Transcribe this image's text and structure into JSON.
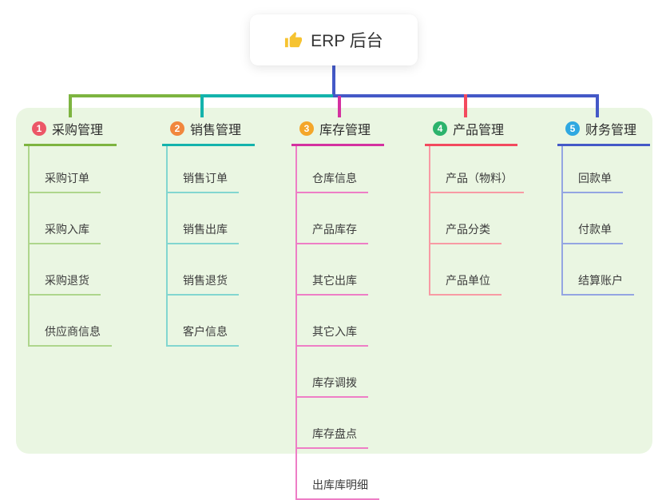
{
  "root": {
    "icon": "thumbs-up-icon",
    "title": "ERP 后台"
  },
  "canvas": {
    "background": "#ffffff",
    "panel_background": "#eaf6e2"
  },
  "trunk_color": "#4459c7",
  "thumb_color": "#f6c331",
  "branches": [
    {
      "index": "1",
      "label": "采购管理",
      "badge_color": "#ec5767",
      "line_color": "#7db440",
      "child_line_color": "#aed68c",
      "children": [
        "采购订单",
        "采购入库",
        "采购退货",
        "供应商信息"
      ]
    },
    {
      "index": "2",
      "label": "销售管理",
      "badge_color": "#f1873d",
      "line_color": "#14b3ac",
      "child_line_color": "#82d6d0",
      "children": [
        "销售订单",
        "销售出库",
        "销售退货",
        "客户信息"
      ]
    },
    {
      "index": "3",
      "label": "库存管理",
      "badge_color": "#f4a62a",
      "line_color": "#d431a0",
      "child_line_color": "#ee7ec6",
      "children": [
        "仓库信息",
        "产品库存",
        "其它出库",
        "其它入库",
        "库存调拨",
        "库存盘点",
        "出库库明细"
      ]
    },
    {
      "index": "4",
      "label": "产品管理",
      "badge_color": "#2cb36c",
      "line_color": "#f34a5e",
      "child_line_color": "#f89aa4",
      "children": [
        "产品（物料）",
        "产品分类",
        "产品单位"
      ]
    },
    {
      "index": "5",
      "label": "财务管理",
      "badge_color": "#2fa8e1",
      "line_color": "#4459c7",
      "child_line_color": "#94a5e2",
      "children": [
        "回款单",
        "付款单",
        "结算账户"
      ]
    }
  ]
}
